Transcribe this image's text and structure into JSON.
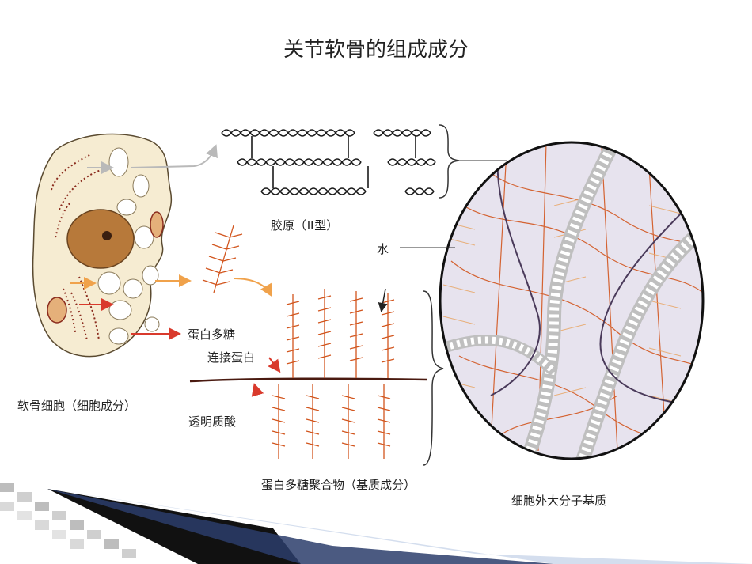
{
  "title": "关节软骨的组成成分",
  "labels": {
    "collagen": "胶原（Ⅱ型）",
    "water": "水",
    "proteoglycan": "蛋白多糖",
    "link_protein": "连接蛋白",
    "chondrocyte": "软骨细胞（细胞成分）",
    "hyaluronic_acid": "透明质酸",
    "aggregate": "蛋白多糖聚合物（基质成分）",
    "ecm": "细胞外大分子基质"
  },
  "colors": {
    "cell_fill": "#f6ecd2",
    "nucleus": "#b7793a",
    "fiber": "#d2551d",
    "fiber_light": "#e8a15c",
    "arrow_red": "#d93a2c",
    "arrow_orange": "#f0a24b",
    "collagen_band": "#bfbfbf",
    "circle_bg": "#e7e3ee"
  }
}
